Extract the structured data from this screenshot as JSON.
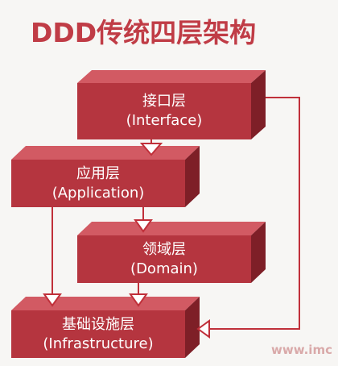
{
  "title": "DDD传统四层架构",
  "layers": {
    "interface": {
      "name": "接口层",
      "english": "(Interface)"
    },
    "application": {
      "name": "应用层",
      "english": "(Application)"
    },
    "domain": {
      "name": "领域层",
      "english": "(Domain)"
    },
    "infrastructure": {
      "name": "基础设施层",
      "english": "(Infrastructure)"
    }
  },
  "watermark": "www.imc",
  "colors": {
    "title": "#c03c46",
    "box_front": "#b5353f",
    "box_top": "#d25a63",
    "box_side": "#7e1f27",
    "arrow_stroke": "#c0303a",
    "arrow_fill": "#ffffff",
    "background": "#f7f6f4"
  }
}
